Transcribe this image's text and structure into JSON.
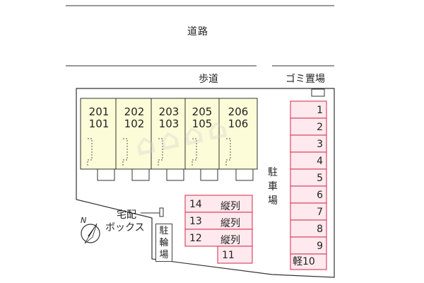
{
  "map": {
    "road_label": "道路",
    "sidewalk_label": "歩道",
    "trash_label": "ゴミ置場",
    "parking_label": "駐車場",
    "bike_parking_label": "駐輪場",
    "delivery_box_label_line1": "宅配",
    "delivery_box_label_line2": "ボックス",
    "compass_label": "N",
    "units": [
      {
        "upper": "201",
        "lower": "101"
      },
      {
        "upper": "202",
        "lower": "102"
      },
      {
        "upper": "203",
        "lower": "103"
      },
      {
        "upper": "205",
        "lower": "105"
      },
      {
        "upper": "206",
        "lower": "106"
      }
    ],
    "right_lots": [
      "1",
      "2",
      "3",
      "4",
      "5",
      "6",
      "7",
      "8",
      "9",
      "軽10"
    ],
    "center_lots": [
      {
        "num": "14",
        "note": "縦列"
      },
      {
        "num": "13",
        "note": "縦列"
      },
      {
        "num": "12",
        "note": "縦列"
      },
      {
        "num": "11",
        "note": ""
      }
    ],
    "colors": {
      "building_fill": "#fcfcd8",
      "lot_border": "#d94a64",
      "lot_fill": "#fde9ee",
      "line": "#333333"
    }
  }
}
